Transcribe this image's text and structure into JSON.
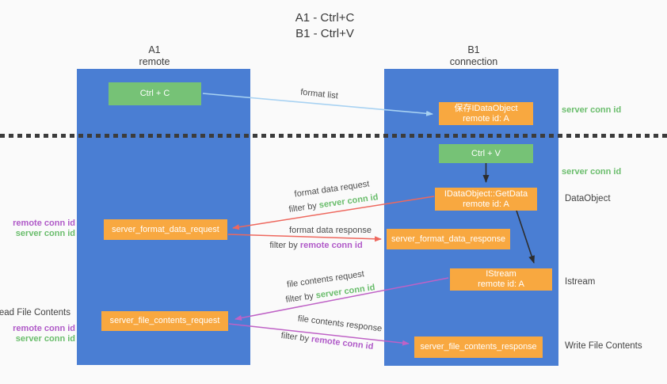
{
  "title": {
    "line1": "A1 - Ctrl+C",
    "line2": "B1 - Ctrl+V"
  },
  "lanes": {
    "a1": {
      "name": "A1",
      "subtitle": "remote"
    },
    "b1": {
      "name": "B1",
      "subtitle": "connection"
    }
  },
  "nodes": {
    "ctrl_c": {
      "label": "Ctrl + C"
    },
    "ctrl_v": {
      "label": "Ctrl + V"
    },
    "save_idataobject": {
      "line1": "保存IDataObject",
      "line2": "remote id: A"
    },
    "idataobject_getdata": {
      "line1": "IDataObject::GetData",
      "line2": "remote id: A"
    },
    "istream": {
      "line1": "IStream",
      "line2": "remote id: A"
    },
    "server_format_data_request": {
      "label": "server_format_data_request"
    },
    "server_format_data_response": {
      "label": "server_format_data_response"
    },
    "server_file_contents_request": {
      "label": "server_file_contents_request"
    },
    "server_file_contents_response": {
      "label": "server_file_contents_response"
    }
  },
  "terms": {
    "filter_by": "filter by",
    "server_conn_id": "server conn id",
    "remote_conn_id": "remote conn id"
  },
  "flow_labels": {
    "format_list": "format list",
    "format_data_request": "format data request",
    "format_data_response": "format data response",
    "file_contents_request": "file contents request",
    "file_contents_response": "file contents response"
  },
  "side_labels": {
    "dataobject": "DataObject",
    "istream": "Istream",
    "read_file_contents": "Read File Contents",
    "write_file_contents": "Write File Contents"
  },
  "colors": {
    "lane_blue": "#4a7ed3",
    "node_green": "#76c276",
    "node_orange": "#f8a840",
    "arrow_lightblue": "#a8d2f2",
    "arrow_red": "#ee685e",
    "arrow_purple": "#bf62c6",
    "arrow_black": "#2d2d2d",
    "text_green": "#6abd6c",
    "text_purple": "#b05ac8",
    "divider_dark": "#3c3c3c"
  }
}
